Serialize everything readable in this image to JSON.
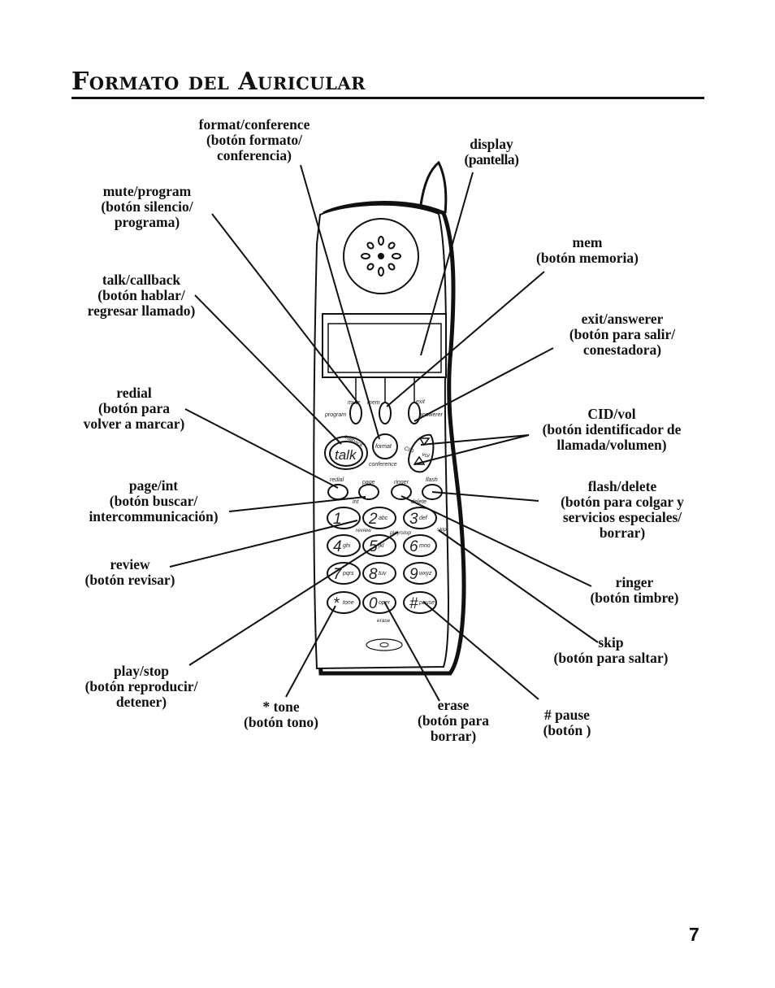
{
  "page_title": "Formato del Auricular",
  "page_number": "7",
  "callouts": {
    "format": [
      "format/conference",
      "(botón formato/",
      "conferencia)"
    ],
    "display": [
      "display",
      "(pantella)"
    ],
    "mute": [
      "mute/program",
      "(botón silencio/",
      "programa)"
    ],
    "mem": [
      "mem",
      "(botón memoria)"
    ],
    "talk": [
      "talk/callback",
      "(botón hablar/",
      "regresar llamado)"
    ],
    "exit": [
      "exit/answerer",
      "(botón para salir/",
      "conestadora)"
    ],
    "redial": [
      "redial",
      "(botón para",
      "volver a marcar)"
    ],
    "cid": [
      "CID/vol",
      "(botón identificador de",
      "llamada/volumen)"
    ],
    "page": [
      "page/int",
      "(botón buscar/",
      "intercommunicación)"
    ],
    "flash": [
      "flash/delete",
      "(botón para colgar y",
      "servicios especiales/",
      "borrar)"
    ],
    "review": [
      "review",
      "(botón revisar)"
    ],
    "ringer": [
      "ringer",
      "(botón timbre)"
    ],
    "skip": [
      "skip",
      "(botón para saltar)"
    ],
    "playstop": [
      "play/stop",
      "(botón reproducir/",
      "detener)"
    ],
    "tone": [
      "* tone",
      "(botón tono)"
    ],
    "erase": [
      "erase",
      "(botón para",
      "borrar)"
    ],
    "pause": [
      "# pause",
      "(botón )"
    ]
  },
  "handset": {
    "soft_keys": {
      "mute": "mute",
      "program": "program",
      "mem": "mem",
      "exit": "exit",
      "answerer": "answerer"
    },
    "callback": "callback",
    "talk": "talk",
    "format": "format",
    "conference": "conference",
    "cid": "CID",
    "vol": "vol",
    "func_top": [
      "redial",
      "page",
      "ringer",
      "flash"
    ],
    "func_bottom": [
      "int",
      "delete"
    ],
    "answering": [
      "review",
      "play/stop",
      "skip"
    ],
    "keys": [
      {
        "digit": "1",
        "letters": ""
      },
      {
        "digit": "2",
        "letters": "abc"
      },
      {
        "digit": "3",
        "letters": "def"
      },
      {
        "digit": "4",
        "letters": "ghi"
      },
      {
        "digit": "5",
        "letters": "jkl"
      },
      {
        "digit": "6",
        "letters": "mno"
      },
      {
        "digit": "7",
        "letters": "pqrs"
      },
      {
        "digit": "8",
        "letters": "tuv"
      },
      {
        "digit": "9",
        "letters": "wxyz"
      },
      {
        "digit": "*",
        "letters": "tone"
      },
      {
        "digit": "0",
        "letters": "oper"
      },
      {
        "digit": "#",
        "letters": "pause"
      }
    ],
    "erase": "erase"
  }
}
